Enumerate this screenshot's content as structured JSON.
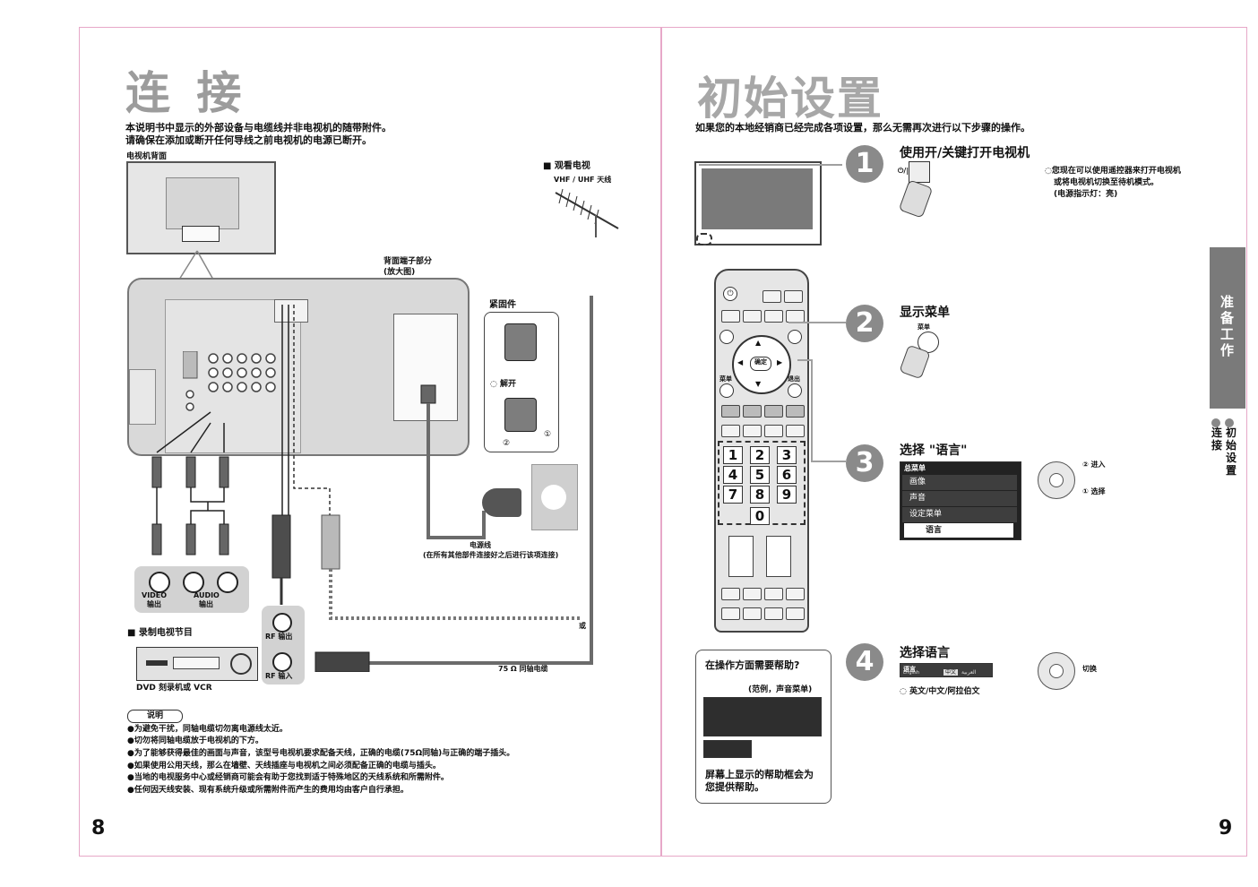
{
  "left": {
    "title": "连 接",
    "intro": [
      "本说明书中显示的外部设备与电缆线并非电视机的随带附件。",
      "请确保在添加或断开任何导线之前电视机的电源已断开。"
    ],
    "tv_back": "电视机背面",
    "rear_terminal": [
      "背面端子部分",
      "(放大图)"
    ],
    "clamp": "紧固件",
    "release": "◌ 解开",
    "c1": "①",
    "c2": "②",
    "watch_tv": "■ 观看电视",
    "antenna": "VHF / UHF  天线",
    "power_cord": [
      "电源线",
      "(在所有其他部件连接好之后进行该项连接)"
    ],
    "or": "或",
    "coax": "75 Ω 同轴电缆",
    "video_out": [
      "VIDEO",
      "输出"
    ],
    "audio_out": [
      "AUDIO",
      "输出"
    ],
    "record": "■ 录制电视节目",
    "rf_out": "RF 输出",
    "rf_in": "RF 输入",
    "dvd": "DVD 刻录机或 VCR",
    "note_title": "说明",
    "notes": [
      "●为避免干扰，同轴电缆切勿离电源线太近。",
      "●切勿将同轴电缆放于电视机的下方。",
      "●为了能够获得最佳的画面与声音，该型号电视机要求配备天线，正确的电缆(75Ω同轴)与正确的端子插头。",
      "●如果使用公用天线，那么在墙壁、天线插座与电视机之间必须配备正确的电缆与插头。",
      "●当地的电视服务中心或经销商可能会有助于您找到适于特殊地区的天线系统和所需附件。",
      "●任何因天线安装、现有系统升级或所需附件而产生的费用均由客户自行承担。"
    ],
    "page_no": "8"
  },
  "right": {
    "title": "初始设置",
    "intro": "如果您的本地经销商已经完成各项设置，那么无需再次进行以下步骤的操作。",
    "step1": {
      "no": "1",
      "title": "使用开/关键打开电视机",
      "desc": [
        "◌您现在可以使用遥控器来打开电视机",
        "或将电视机切换至待机模式。",
        "(电源指示灯：亮)"
      ],
      "power_label": "⏻/|"
    },
    "step2": {
      "no": "2",
      "title": "显示菜单",
      "key": "菜单"
    },
    "step3": {
      "no": "3",
      "title": "选择 \"语言\"",
      "menu_head": "总菜单",
      "menu": [
        "画像",
        "声音",
        "设定菜单"
      ],
      "lang": "语言",
      "enter": "② 进入",
      "select": "① 选择"
    },
    "step4": {
      "no": "4",
      "title": "选择语言",
      "menu_item": "语言",
      "options": "◌ 英文/中文/阿拉伯文",
      "switch": "切换",
      "vals": [
        "English",
        "中文",
        "العربية"
      ]
    },
    "remote": {
      "ok": "确定",
      "menu": "菜单",
      "exit": "退出",
      "keys": [
        "1",
        "2",
        "3",
        "4",
        "5",
        "6",
        "7",
        "8",
        "9",
        "0"
      ]
    },
    "help": {
      "title": "在操作方面需要帮助?",
      "example": "(范例，声音菜单)",
      "foot": [
        "屏幕上显示的帮助框会为",
        "您提供帮助。"
      ]
    },
    "side_tab": [
      "准",
      "备",
      "工",
      "作"
    ],
    "side_sub": [
      "连",
      "接"
    ],
    "side_sub2": [
      "初",
      "始",
      "设",
      "置"
    ],
    "page_no": "9"
  }
}
